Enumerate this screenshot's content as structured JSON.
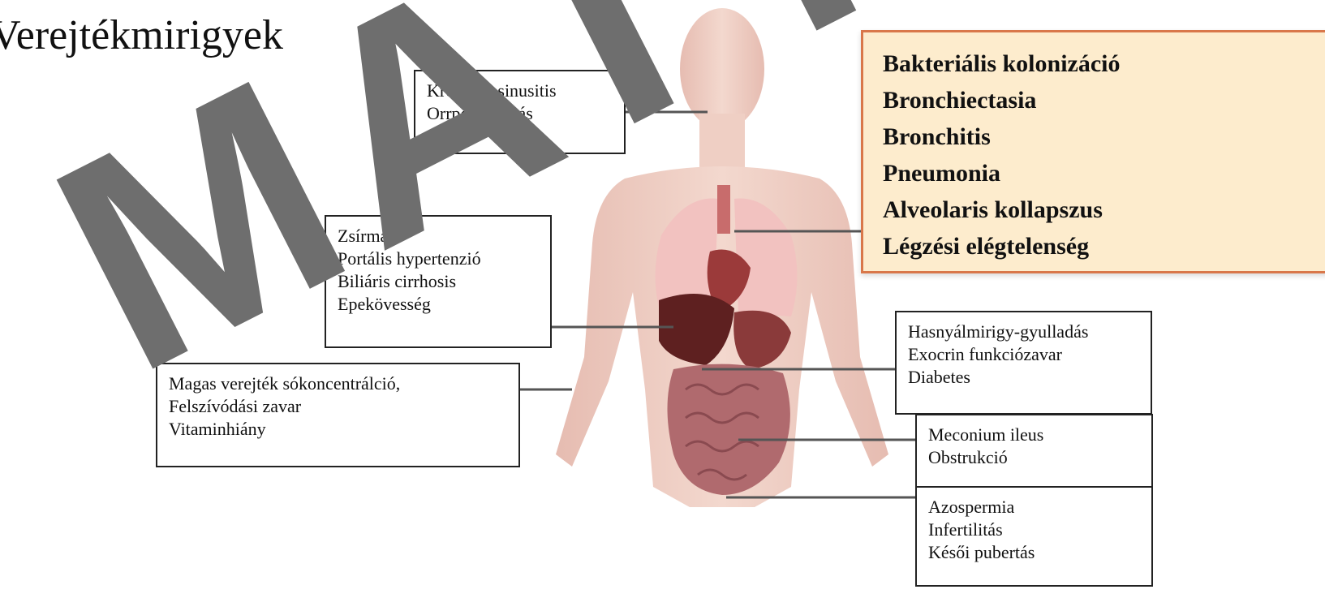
{
  "title": "Verejtékmirigyek",
  "watermark": "MATT ZO",
  "boxes": {
    "sinus": [
      "Krónikus sinusitis",
      "Orrpolypositás"
    ],
    "liver": [
      "Zsírmáj",
      "Portális hypertenzió",
      "Biliáris cirrhosis",
      "Epekövesség"
    ],
    "sweat": [
      "Magas verejték sókoncentrálció,",
      "Felszívódási zavar",
      "Vitaminhiány"
    ],
    "respiratory": [
      "Bakteriális kolonizáció",
      "Bronchiectasia",
      "Bronchitis",
      "Pneumonia",
      "Alveolaris kollapszus",
      "Légzési elégtelenség"
    ],
    "pancreas": [
      "Hasnyálmirigy-gyulladás",
      "Exocrin funkciózavar",
      "Diabetes"
    ],
    "intestine": [
      "Meconium ileus",
      "Obstrukció"
    ],
    "reproductive": [
      "Azospermia",
      "Infertilitás",
      "Késői pubertás"
    ]
  },
  "colors": {
    "skin": "#efcfc4",
    "respiratory_box_fill": "#fdeccd",
    "respiratory_box_border": "#d9774a",
    "liver": "#5e2020",
    "intestine": "#b06a6e",
    "lungs": "#f2c2c0",
    "watermark": "#6e6e6e"
  }
}
